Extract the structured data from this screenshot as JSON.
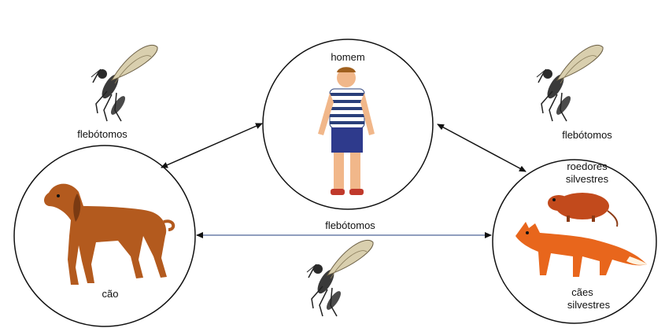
{
  "nodes": {
    "human": {
      "label": "homem"
    },
    "dog": {
      "label": "cão"
    },
    "wild": {
      "label_top": [
        "roedores",
        "silvestres"
      ],
      "label_bottom": [
        "cães",
        "silvestres"
      ]
    }
  },
  "vectors": {
    "top_left": "flebótomos",
    "top_right": "flebótomos",
    "bottom": "flebótomos"
  },
  "colors": {
    "line": "#111111",
    "stripe_dark": "#2a3f7a",
    "shorts": "#2e3a8c",
    "skin": "#f1b78a",
    "dog": "#b35a1e",
    "fox": "#e8661c",
    "rodent": "#c24a1c",
    "mosquito_body": "#3a3a3a",
    "mosquito_wing": "#d9cfae"
  },
  "icons": [
    "sandfly-icon",
    "human-icon",
    "dog-icon",
    "fox-icon",
    "rodent-icon"
  ]
}
